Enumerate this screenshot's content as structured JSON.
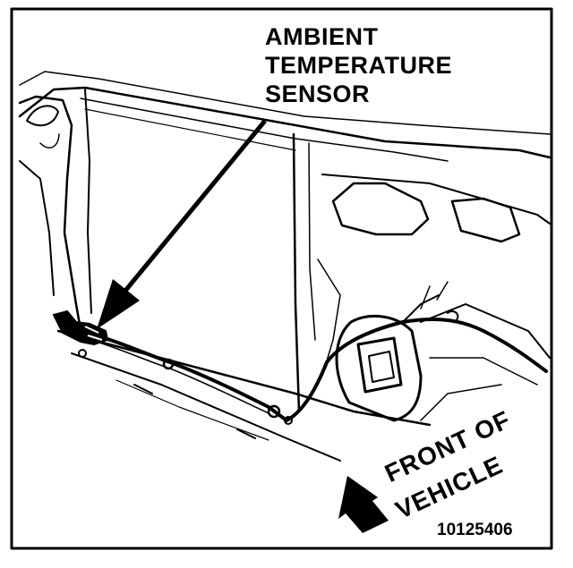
{
  "callout": {
    "line1": "AMBIENT",
    "line2": "TEMPERATURE",
    "line3": "SENSOR"
  },
  "direction": {
    "line1": "FRONT OF",
    "line2": "VEHICLE"
  },
  "figure_id": "10125406",
  "colors": {
    "ink": "#000000",
    "paper": "#ffffff"
  }
}
